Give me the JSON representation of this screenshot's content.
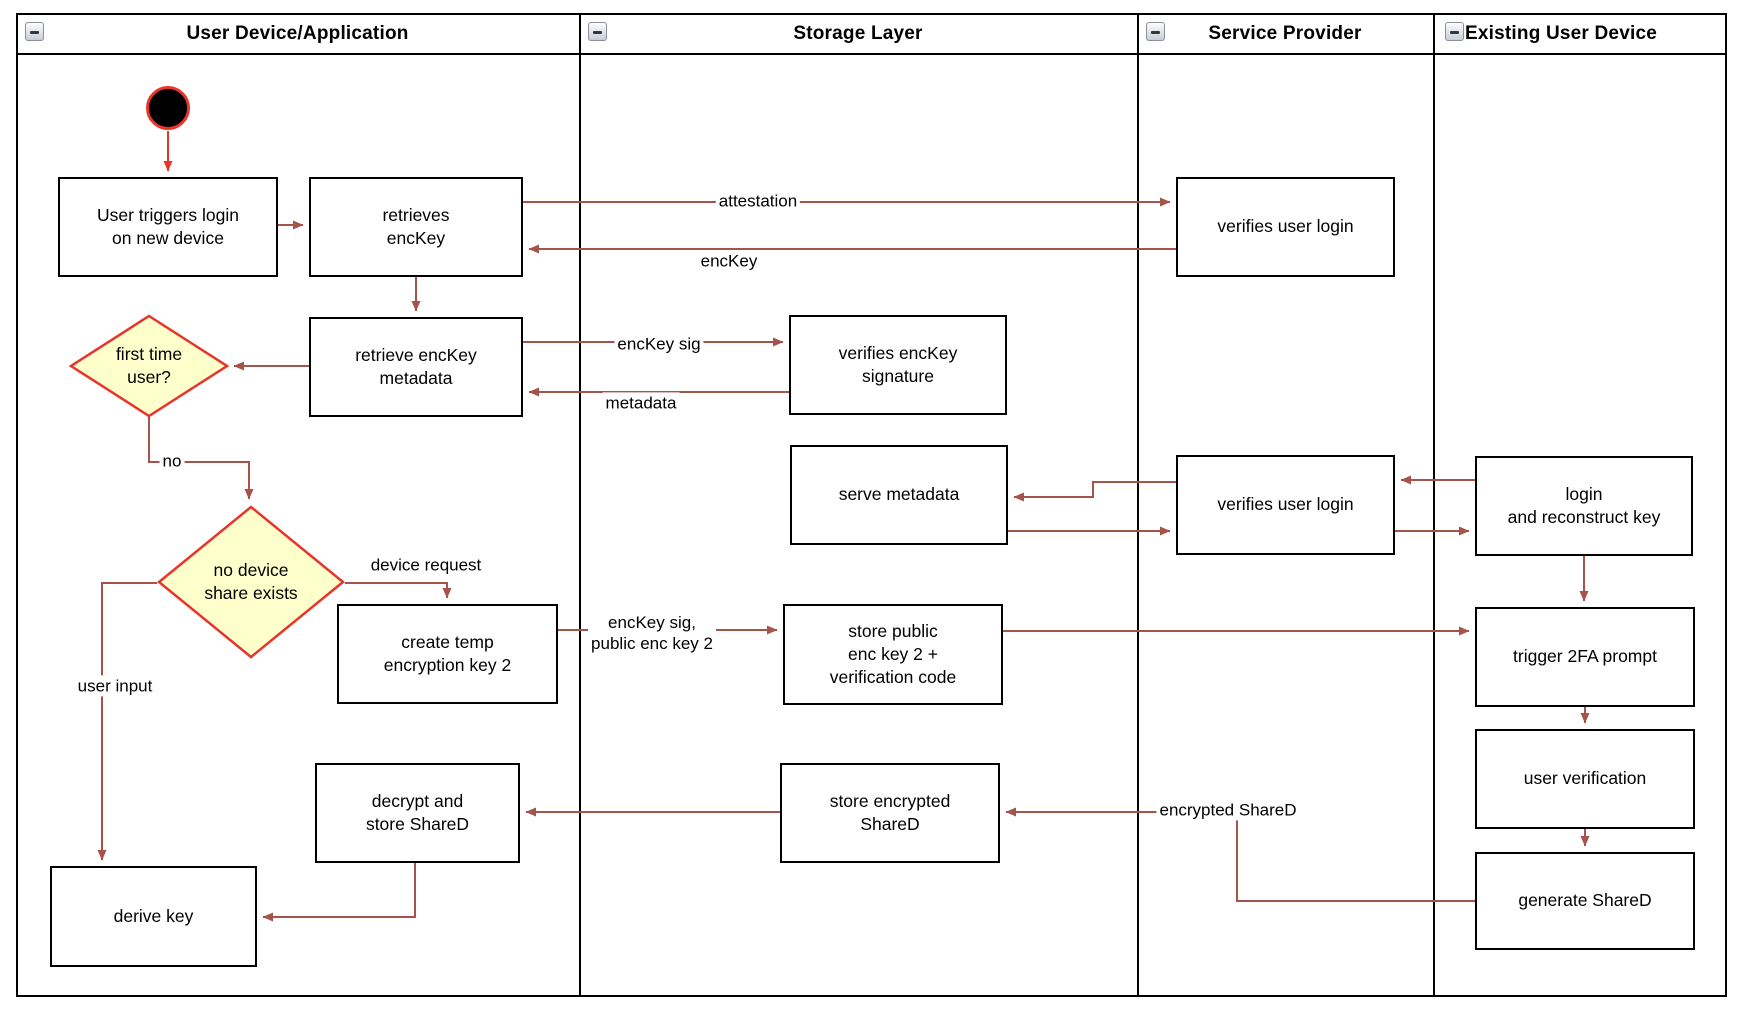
{
  "diagram": {
    "kind": "uml-activity-swimlane"
  },
  "lanes": [
    {
      "title": "User Device/Application",
      "collapse_icon": "minus-collapse-icon"
    },
    {
      "title": "Storage Layer",
      "collapse_icon": "minus-collapse-icon"
    },
    {
      "title": "Service Provider",
      "collapse_icon": "minus-collapse-icon"
    },
    {
      "title": "Existing User Device",
      "collapse_icon": "minus-collapse-icon"
    }
  ],
  "nodes": {
    "user_triggers": {
      "label": [
        "User triggers login",
        "on new device"
      ]
    },
    "retrieves_enckey": {
      "label": [
        "retrieves",
        "encKey"
      ]
    },
    "verifies_login_top": {
      "label": [
        "verifies user login"
      ]
    },
    "retrieve_metadata": {
      "label": [
        "retrieve encKey",
        "metadata"
      ]
    },
    "verifies_signature": {
      "label": [
        "verifies encKey",
        "signature"
      ]
    },
    "serve_metadata": {
      "label": [
        "serve metadata"
      ]
    },
    "verifies_login_mid": {
      "label": [
        "verifies user login"
      ]
    },
    "login_reconstruct": {
      "label": [
        "login",
        "and reconstruct key"
      ]
    },
    "create_temp_key": {
      "label": [
        "create temp",
        "encryption key 2"
      ]
    },
    "store_public_key": {
      "label": [
        "store public",
        "enc key 2 +",
        "verification code"
      ]
    },
    "trigger_2fa": {
      "label": [
        "trigger 2FA prompt"
      ]
    },
    "user_verification": {
      "label": [
        "user verification"
      ]
    },
    "store_encrypted": {
      "label": [
        "store encrypted",
        "ShareD"
      ]
    },
    "decrypt_store": {
      "label": [
        "decrypt and",
        "store ShareD"
      ]
    },
    "generate_shared": {
      "label": [
        "generate ShareD"
      ]
    },
    "derive_key": {
      "label": [
        "derive key"
      ]
    },
    "first_time_user": {
      "label": [
        "first time",
        "user?"
      ]
    },
    "no_device_share": {
      "label": [
        "no device",
        "share exists"
      ]
    }
  },
  "edge_labels": {
    "attestation": "attestation",
    "enckey": "encKey",
    "enckey_sig": "encKey sig",
    "metadata": "metadata",
    "no": "no",
    "device_request": "device request",
    "enckey_sig_public": [
      "encKey sig,",
      "public enc key 2"
    ],
    "user_input": "user input",
    "encrypted_shared": "encrypted ShareD"
  },
  "colors": {
    "flow_arrow": "#a6534b",
    "start_arrow": "#e8342a",
    "decision_fill": "#ffffcc",
    "decision_border": "#e8342a",
    "node_fill": "#ffffff",
    "node_border": "#000000",
    "lane_border": "#000000",
    "start_fill": "#000000"
  }
}
